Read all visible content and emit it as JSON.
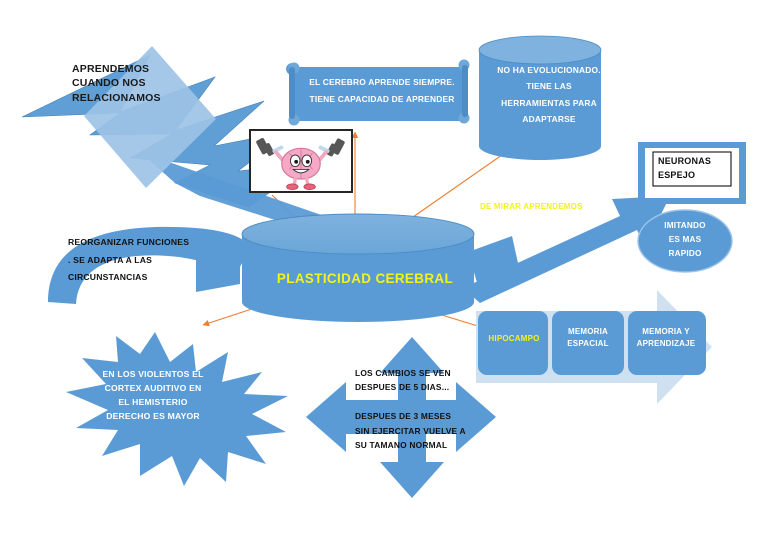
{
  "diagram": {
    "title": "PLASTICIDAD CEREBRAL",
    "palette": {
      "primary_blue": "#5B9BD5",
      "light_blue": "#9DC3E6",
      "pale_blue": "#CFE0F0",
      "connector_orange": "#ED7D31",
      "yellow_text": "#F2F21F",
      "white_text": "#FFFFFF",
      "dark_text": "#1A1A1A",
      "background": "#FFFFFF"
    },
    "center": {
      "shape": "cylinder",
      "label": "PLASTICIDAD CEREBRAL"
    },
    "nodes": [
      {
        "id": "aprendemos",
        "shape": "lightning-bolt",
        "label": "APRENDEMOS\nCUANDO NOS\nRELACIONAMOS"
      },
      {
        "id": "cerebro-aprende",
        "shape": "scroll-banner",
        "label": "EL CEREBRO APRENDE SIEMPRE.\nTIENE CAPACIDAD DE APRENDER"
      },
      {
        "id": "no-evolucionado",
        "shape": "cylinder",
        "label": "NO HA EVOLUCIONADO.\nTIENE LAS\nHERRAMIENTAS PARA\nADAPTARSE"
      },
      {
        "id": "neuronas-espejo",
        "shape": "framed-text-box",
        "label": "NEURONAS\nESPEJO"
      },
      {
        "id": "imitando",
        "shape": "ellipse",
        "label": "IMITANDO\nES MAS\nRAPIDO"
      },
      {
        "id": "reorganizar",
        "shape": "arc-ribbon",
        "label": "REORGANIZAR FUNCIONES\n.  SE ADAPTA A LAS\nCIRCUNSTANCIAS"
      },
      {
        "id": "violentos",
        "shape": "explosion-star",
        "label": "EN LOS VIOLENTOS EL\nCORTEX AUDITIVO EN\nEL HEMISTERIO\nDERECHO ES MAYOR"
      },
      {
        "id": "cambios",
        "shape": "four-way-arrow",
        "label": "LOS CAMBIOS SE VEN\nDESPUES DE 5 DIAS...\n\nDESPUES DE 3 MESES\nSIN EJERCITAR VUELVE A\nSU TAMANO NORMAL"
      },
      {
        "id": "brain-picture",
        "shape": "picture-frame",
        "label": "cartoon brain lifting dumbbells"
      }
    ],
    "chips": [
      {
        "id": "hipocampo",
        "label": "HIPOCAMPO",
        "color": "#F2F21F"
      },
      {
        "id": "memoria-espacial",
        "label": "MEMORIA\nESPACIAL",
        "color": "#FFFFFF"
      },
      {
        "id": "memoria-aprendizaje",
        "label": "MEMORIA Y\nAPRENDIZAJE",
        "color": "#FFFFFF"
      }
    ],
    "annotations": [
      {
        "id": "de-mirar",
        "label": "DE MIRAR APRENDEMOS",
        "color": "#F2F21F"
      }
    ],
    "connectors": [
      {
        "from": "brain-picture",
        "to": "center",
        "style": "orange-arrow"
      },
      {
        "from": "cerebro-aprende",
        "to": "center",
        "style": "orange-arrow"
      },
      {
        "from": "no-evolucionado",
        "to": "center",
        "style": "orange-line"
      },
      {
        "from": "center",
        "to": "violentos",
        "style": "orange-arrow"
      },
      {
        "from": "center",
        "to": "hipocampo",
        "style": "orange-line"
      },
      {
        "from": "center",
        "to": "neuronas-espejo",
        "style": "big-blue-arrow"
      }
    ]
  }
}
